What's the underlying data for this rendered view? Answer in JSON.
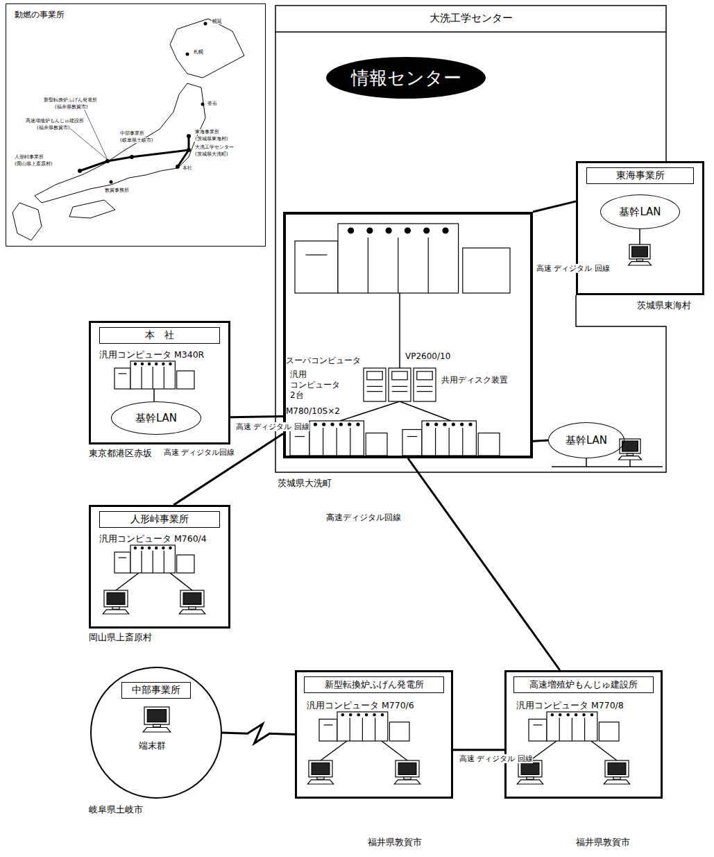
{
  "diagram": {
    "nodes": [
      {
        "text": [
          "動燃の事業所"
        ]
      },
      {
        "text": [
          "大洗工学センター"
        ]
      },
      {
        "text": [
          "情報センター"
        ],
        "in": 1
      },
      {
        "text": [
          "スーパコンピュータ",
          "VP2600/10",
          "汎用 コンピュータ 2台",
          "M780/10S×2",
          "共用ディスク装置"
        ],
        "in": 1
      },
      {
        "text": [
          "基幹LAN"
        ],
        "in": 1
      },
      {
        "text": [
          "東海事業所"
        ]
      },
      {
        "text": [
          "基幹LAN"
        ],
        "in": 5
      },
      {
        "text": [
          "本　社",
          "汎用コンピュータ M340R"
        ]
      },
      {
        "text": [
          "基幹LAN"
        ],
        "in": 7
      },
      {
        "text": [
          "人形峠事業所",
          "汎用コンピュータ M760/4"
        ]
      },
      {
        "text": [
          "中部事業所",
          "端末群"
        ]
      },
      {
        "text": [
          "新型転換炉ふげん発電所",
          "汎用コンピュータ M770/6"
        ]
      },
      {
        "text": [
          "高速増殖炉もんじゅ建設所",
          "汎用コンピュータ M770/8"
        ]
      }
    ],
    "edges": [
      {
        "from": 3,
        "to": 5,
        "arrow": "none",
        "label": "高速 ディジタル 回線"
      },
      {
        "from": 7,
        "to": 3,
        "arrow": "none",
        "label": "高速 ディジタル 回線"
      },
      {
        "from": 9,
        "to": 3,
        "arrow": "none",
        "label": "高速 ディジタル回線"
      },
      {
        "from": 3,
        "to": 12,
        "arrow": "none",
        "label": "高速ディジタル回線"
      },
      {
        "from": 11,
        "to": 12,
        "arrow": "none",
        "label": "高速 ディジタル 回線"
      },
      {
        "from": 10,
        "to": 11,
        "arrow": "none"
      },
      {
        "from": 3,
        "to": 4,
        "arrow": "none"
      }
    ],
    "labels": [
      "幌延",
      "札幌",
      "釜石",
      "新型転換炉ふげん発電所",
      "(福井県敦賀市)",
      "高速増殖炉もんじゅ建設所",
      "(福井県敦賀市)",
      "人形峠事業所",
      "(岡山県上斎原村)",
      "中部事業所",
      "(岐阜県土岐市)",
      "東海事業所",
      "(茨城県東海村)",
      "大洗工学センター",
      "(茨城県大洗町)",
      "本社",
      "敦賀事務所",
      "茨城県大洗町",
      "茨城県東海村",
      "東京都港区赤坂",
      "岡山県上斎原村",
      "岐阜県土岐市",
      "福井県敦賀市",
      "福井県敦賀市"
    ]
  }
}
